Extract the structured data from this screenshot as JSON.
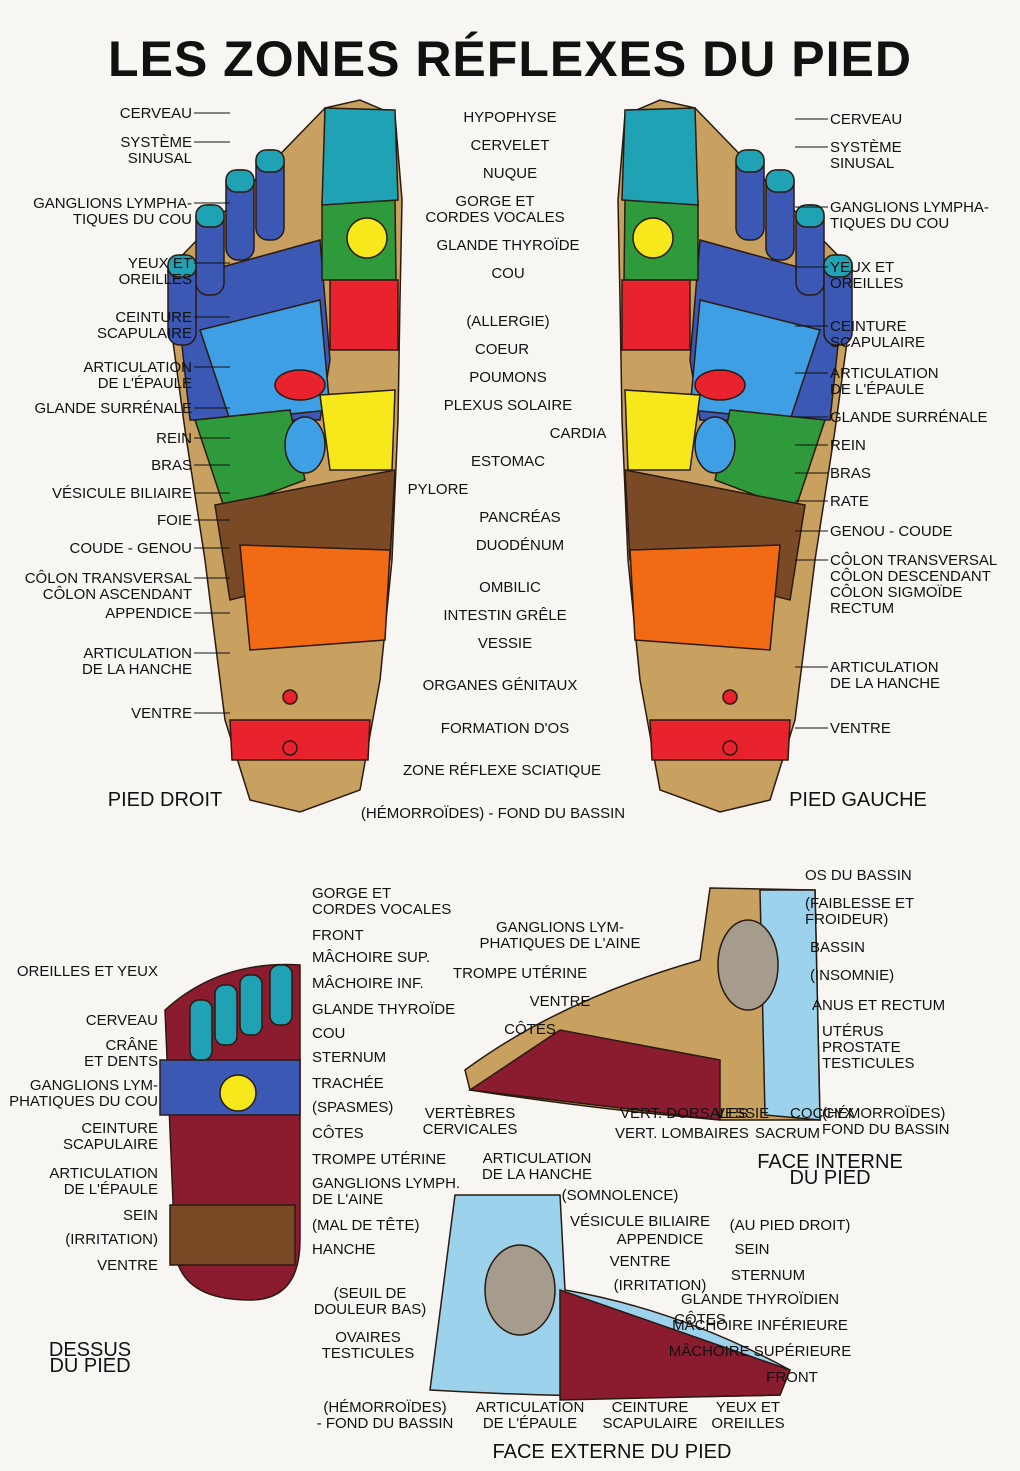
{
  "title": "LES ZONES RÉFLEXES DU PIED",
  "colors": {
    "teal": "#1fa3b4",
    "red": "#e8232d",
    "blue": "#3a58b4",
    "lightblue": "#3f9fe4",
    "green": "#2f9a3c",
    "yellow": "#f6e81a",
    "orange": "#f26a14",
    "brown": "#7a4a26",
    "tan": "#c8a060",
    "grey": "#a59c8e",
    "maroon": "#8b1c30"
  },
  "captions": {
    "pied_droit": "PIED DROIT",
    "pied_gauche": "PIED GAUCHE",
    "dessus": [
      "DESSUS",
      "DU PIED"
    ],
    "face_interne": [
      "FACE INTERNE",
      "DU PIED"
    ],
    "face_externe": "FACE EXTERNE DU PIED"
  },
  "labels": {
    "right_left": [
      [
        "CERVEAU"
      ],
      [
        "SYSTÈME",
        "SINUSAL"
      ],
      [
        "GANGLIONS LYMPHA-",
        "TIQUES DU COU"
      ],
      [
        "YEUX ET",
        "OREILLES"
      ],
      [
        "CEINTURE",
        "SCAPULAIRE"
      ],
      [
        "ARTICULATION",
        "DE L'ÉPAULE"
      ],
      [
        "GLANDE SURRÉNALE"
      ],
      [
        "REIN"
      ],
      [
        "BRAS"
      ],
      [
        "VÉSICULE BILIAIRE"
      ],
      [
        "FOIE"
      ],
      [
        "COUDE - GENOU"
      ],
      [
        "CÔLON TRANSVERSAL",
        "CÔLON ASCENDANT"
      ],
      [
        "APPENDICE"
      ],
      [
        "ARTICULATION",
        "DE LA HANCHE"
      ],
      [
        "VENTRE"
      ]
    ],
    "center": [
      "HYPOPHYSE",
      "CERVELET",
      "NUQUE",
      "GORGE ET",
      "CORDES VOCALES",
      "GLANDE THYROÏDE",
      "COU",
      "(ALLERGIE)",
      "COEUR",
      "POUMONS",
      "PLEXUS SOLAIRE",
      "CARDIA",
      "ESTOMAC",
      "PYLORE",
      "PANCRÉAS",
      "DUODÉNUM",
      "OMBILIC",
      "INTESTIN GRÊLE",
      "VESSIE",
      "ORGANES GÉNITAUX",
      "FORMATION D'OS",
      "ZONE RÉFLEXE SCIATIQUE",
      "(HÉMORROÏDES) - FOND DU BASSIN"
    ],
    "left_right": [
      [
        "CERVEAU"
      ],
      [
        "SYSTÈME",
        "SINUSAL"
      ],
      [
        "GANGLIONS LYMPHA-",
        "TIQUES DU COU"
      ],
      [
        "YEUX ET",
        "OREILLES"
      ],
      [
        "CEINTURE",
        "SCAPULAIRE"
      ],
      [
        "ARTICULATION",
        "DE L'ÉPAULE"
      ],
      [
        "GLANDE SURRÉNALE"
      ],
      [
        "REIN"
      ],
      [
        "BRAS"
      ],
      [
        "RATE"
      ],
      [
        "GENOU - COUDE"
      ],
      [
        "CÔLON TRANSVERSAL",
        "CÔLON DESCENDANT",
        "CÔLON SIGMOÏDE",
        "RECTUM"
      ],
      [
        "ARTICULATION",
        "DE LA HANCHE"
      ],
      [
        "VENTRE"
      ]
    ],
    "dessus_left": [
      [
        "OREILLES ET YEUX"
      ],
      [
        "CERVEAU"
      ],
      [
        "CRÂNE",
        "ET DENTS"
      ],
      [
        "GANGLIONS LYM-",
        "PHATIQUES DU COU"
      ],
      [
        "CEINTURE",
        "SCAPULAIRE"
      ],
      [
        "ARTICULATION",
        "DE L'ÉPAULE"
      ],
      [
        "SEIN"
      ],
      [
        "(IRRITATION)"
      ],
      [
        "VENTRE"
      ]
    ],
    "dessus_right": [
      [
        "GORGE ET",
        "CORDES VOCALES"
      ],
      [
        "FRONT"
      ],
      [
        "MÂCHOIRE SUP."
      ],
      [
        "MÂCHOIRE INF."
      ],
      [
        "GLANDE THYROÏDE"
      ],
      [
        "COU"
      ],
      [
        "STERNUM"
      ],
      [
        "TRACHÉE"
      ],
      [
        "(SPASMES)"
      ],
      [
        "CÔTES"
      ],
      [
        "TROMPE UTÉRINE"
      ],
      [
        "GANGLIONS LYMPH.",
        "DE L'AINE"
      ],
      [
        "(MAL DE TÊTE)"
      ],
      [
        "HANCHE"
      ]
    ],
    "interne": [
      [
        "OS DU BASSIN"
      ],
      [
        "(FAIBLESSE ET",
        "FROIDEUR)"
      ],
      [
        "BASSIN"
      ],
      [
        "(INSOMNIE)"
      ],
      [
        "ANUS ET RECTUM"
      ],
      [
        "UTÉRUS",
        "PROSTATE",
        "TESTICULES"
      ],
      [
        "(HÉMORROÏDES)",
        "FOND DU BASSIN"
      ],
      [
        "COCCYX"
      ],
      [
        "SACRUM"
      ],
      [
        "VESSIE"
      ],
      [
        "VERT. DORSALES"
      ],
      [
        "VERT. LOMBAIRES"
      ],
      [
        "VERTÈBRES",
        "CERVICALES"
      ],
      [
        "CÔTES"
      ],
      [
        "VENTRE"
      ],
      [
        "TROMPE UTÉRINE"
      ],
      [
        "GANGLIONS LYM-",
        "PHATIQUES DE L'AINE"
      ]
    ],
    "externe": [
      [
        "ARTICULATION",
        "DE LA HANCHE"
      ],
      [
        "(SOMNOLENCE)"
      ],
      [
        "VÉSICULE BILIAIRE"
      ],
      [
        "(AU PIED DROIT)"
      ],
      [
        "APPENDICE"
      ],
      [
        "VENTRE"
      ],
      [
        "SEIN"
      ],
      [
        "(IRRITATION)"
      ],
      [
        "STERNUM"
      ],
      [
        "CÔTES"
      ],
      [
        "GLANDE THYROÏDIEN"
      ],
      [
        "MÂCHOIRE INFÉRIEURE"
      ],
      [
        "MÂCHOIRE SUPÉRIEURE"
      ],
      [
        "FRONT"
      ],
      [
        "YEUX ET",
        "OREILLES"
      ],
      [
        "CEINTURE",
        "SCAPULAIRE"
      ],
      [
        "ARTICULATION",
        "DE L'ÉPAULE"
      ],
      [
        "(HÉMORROÏDES)",
        "- FOND DU BASSIN"
      ],
      [
        "OVAIRES",
        "TESTICULES"
      ],
      [
        "(SEUIL DE",
        "DOULEUR BAS)"
      ]
    ]
  }
}
